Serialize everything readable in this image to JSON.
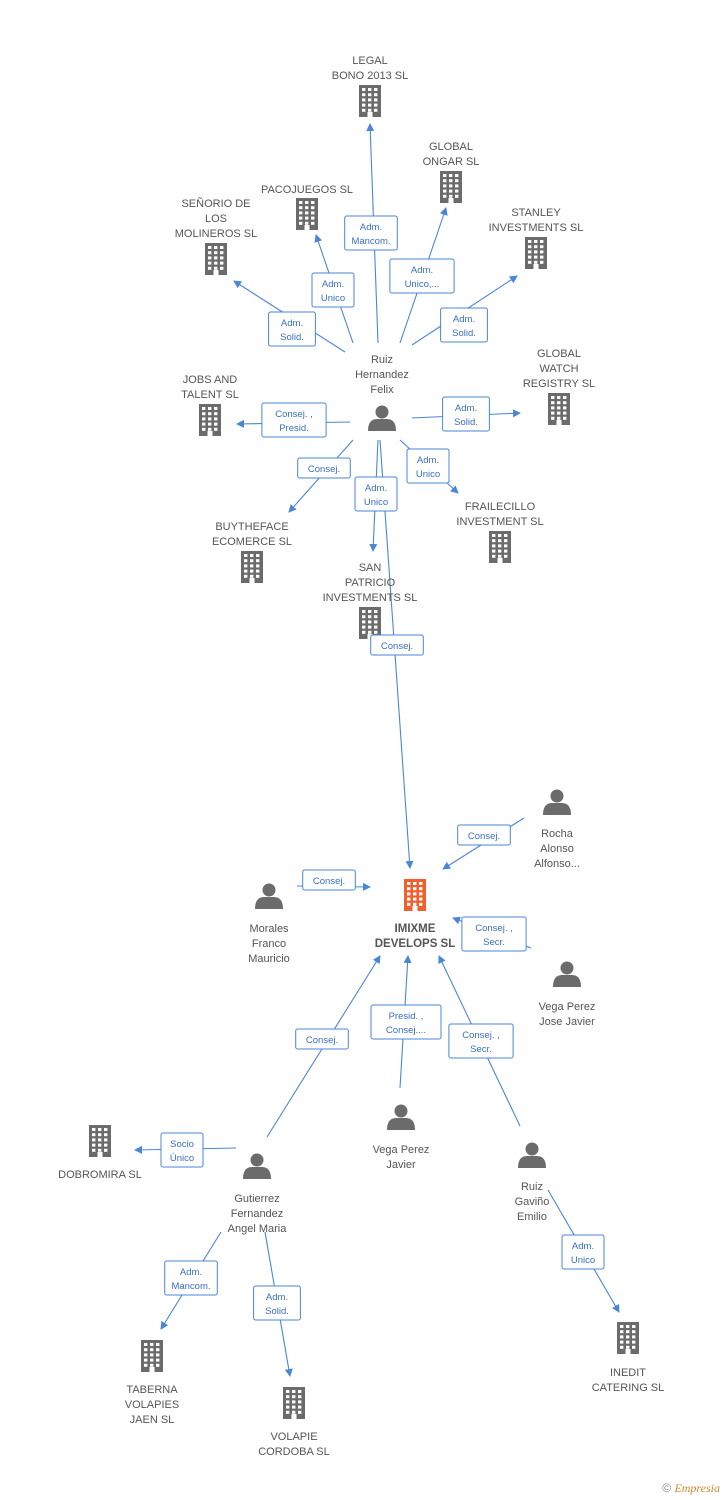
{
  "colors": {
    "company": "#6b6b6b",
    "main": "#f0602c",
    "person": "#6b6b6b",
    "edge": "#4a86d8"
  },
  "nodes": [
    {
      "id": "legal",
      "type": "company",
      "label": [
        "LEGAL",
        "BONO 2013  SL"
      ]
    },
    {
      "id": "global_ongar",
      "type": "company",
      "label": [
        "GLOBAL",
        "ONGAR  SL"
      ]
    },
    {
      "id": "pacojuegos",
      "type": "company",
      "label": [
        "PACOJUEGOS SL"
      ]
    },
    {
      "id": "senorio",
      "type": "company",
      "label": [
        "SEÑORIO DE",
        "LOS",
        "MOLINEROS SL"
      ]
    },
    {
      "id": "stanley",
      "type": "company",
      "label": [
        "STANLEY",
        "INVESTMENTS SL"
      ]
    },
    {
      "id": "global_watch",
      "type": "company",
      "label": [
        "GLOBAL",
        "WATCH",
        "REGISTRY SL"
      ]
    },
    {
      "id": "jobs",
      "type": "company",
      "label": [
        "JOBS AND",
        "TALENT SL"
      ]
    },
    {
      "id": "ruiz_felix",
      "type": "person",
      "label": [
        "Ruiz",
        "Hernandez",
        "Felix"
      ]
    },
    {
      "id": "frailecillo",
      "type": "company",
      "label": [
        "FRAILECILLO",
        "INVESTMENT SL"
      ]
    },
    {
      "id": "buytheface",
      "type": "company",
      "label": [
        "BUYTHEFACE",
        "ECOMERCE  SL"
      ]
    },
    {
      "id": "san_patricio",
      "type": "company",
      "label": [
        "SAN",
        "PATRICIO",
        "INVESTMENTS SL"
      ]
    },
    {
      "id": "rocha",
      "type": "person",
      "label": [
        "Rocha",
        "Alonso",
        "Alfonso..."
      ]
    },
    {
      "id": "imixme",
      "type": "main",
      "label": [
        "IMIXME",
        "DEVELOPS SL"
      ]
    },
    {
      "id": "morales",
      "type": "person",
      "label": [
        "Morales",
        "Franco",
        "Mauricio"
      ]
    },
    {
      "id": "vega_jose",
      "type": "person",
      "label": [
        "Vega Perez",
        "Jose Javier"
      ]
    },
    {
      "id": "vega_javier",
      "type": "person",
      "label": [
        "Vega Perez",
        "Javier"
      ]
    },
    {
      "id": "ruiz_emilio",
      "type": "person",
      "label": [
        "Ruiz",
        "Gaviño",
        "Emilio"
      ]
    },
    {
      "id": "dobromira",
      "type": "company",
      "label": [
        "DOBROMIRA SL"
      ]
    },
    {
      "id": "gutierrez",
      "type": "person",
      "label": [
        "Gutierrez",
        "Fernandez",
        "Angel Maria"
      ]
    },
    {
      "id": "taberna",
      "type": "company",
      "label": [
        "TABERNA",
        "VOLAPIES",
        "JAEN SL"
      ]
    },
    {
      "id": "volapie",
      "type": "company",
      "label": [
        "VOLAPIE",
        "CORDOBA SL"
      ]
    },
    {
      "id": "inedit",
      "type": "company",
      "label": [
        "INEDIT",
        "CATERING SL"
      ]
    }
  ],
  "edges": [
    {
      "from": "ruiz_felix",
      "to": "legal",
      "label": [
        "Adm.",
        "Mancom."
      ]
    },
    {
      "from": "ruiz_felix",
      "to": "global_ongar",
      "label": [
        "Adm.",
        "Unico,..."
      ]
    },
    {
      "from": "ruiz_felix",
      "to": "pacojuegos",
      "label": [
        "Adm.",
        "Unico"
      ]
    },
    {
      "from": "ruiz_felix",
      "to": "senorio",
      "label": [
        "Adm.",
        "Solid."
      ]
    },
    {
      "from": "ruiz_felix",
      "to": "stanley",
      "label": [
        "Adm.",
        "Solid."
      ]
    },
    {
      "from": "ruiz_felix",
      "to": "global_watch",
      "label": [
        "Adm.",
        "Solid."
      ]
    },
    {
      "from": "ruiz_felix",
      "to": "jobs",
      "label": [
        "Consej. ,",
        "Presid."
      ]
    },
    {
      "from": "ruiz_felix",
      "to": "frailecillo",
      "label": [
        "Adm.",
        "Unico"
      ]
    },
    {
      "from": "ruiz_felix",
      "to": "buytheface",
      "label": [
        "Consej."
      ]
    },
    {
      "from": "ruiz_felix",
      "to": "san_patricio",
      "label": [
        "Adm.",
        "Unico"
      ]
    },
    {
      "from": "ruiz_felix",
      "to": "imixme",
      "label": [
        "Consej."
      ]
    },
    {
      "from": "rocha",
      "to": "imixme",
      "label": [
        "Consej."
      ]
    },
    {
      "from": "morales",
      "to": "imixme",
      "label": [
        "Consej."
      ]
    },
    {
      "from": "vega_jose",
      "to": "imixme",
      "label": [
        "Consej. ,",
        "Secr."
      ]
    },
    {
      "from": "gutierrez",
      "to": "imixme",
      "label": [
        "Consej."
      ]
    },
    {
      "from": "vega_javier",
      "to": "imixme",
      "label": [
        "Presid. ,",
        "Consej...."
      ]
    },
    {
      "from": "ruiz_emilio",
      "to": "imixme",
      "label": [
        "Consej. ,",
        "Secr."
      ]
    },
    {
      "from": "gutierrez",
      "to": "dobromira",
      "label": [
        "Socio",
        "Único"
      ]
    },
    {
      "from": "gutierrez",
      "to": "taberna",
      "label": [
        "Adm.",
        "Mancom."
      ]
    },
    {
      "from": "gutierrez",
      "to": "volapie",
      "label": [
        "Adm.",
        "Solid."
      ]
    },
    {
      "from": "ruiz_emilio",
      "to": "inedit",
      "label": [
        "Adm.",
        "Unico"
      ]
    }
  ],
  "footer": {
    "copyright": "©",
    "brand": "Empresia"
  }
}
